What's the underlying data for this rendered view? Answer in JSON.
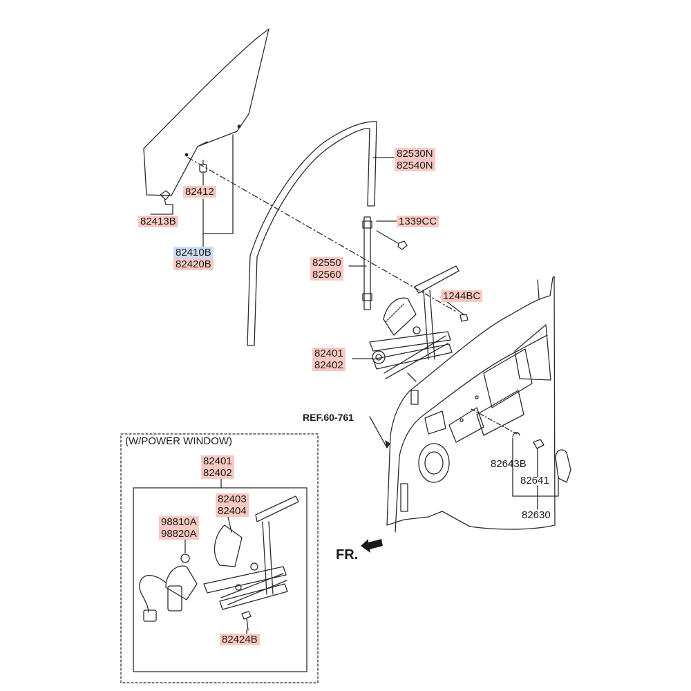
{
  "colors": {
    "line": "#2a2a2a",
    "highlight_red": "#f8c9c2",
    "highlight_blue": "#c9dcf2"
  },
  "option_box": {
    "title": "(W/POWER WINDOW)"
  },
  "reference": {
    "label": "REF.60-761"
  },
  "direction": {
    "label": "FR."
  },
  "labels": {
    "glass_clip": "82412",
    "glass_fastener": "82413B",
    "glass_lh": "82410B",
    "glass_rh": "82420B",
    "run_channel_lh": "82530N",
    "run_channel_rh": "82540N",
    "bolt_1339": "1339CC",
    "rear_channel_lh": "82550",
    "rear_channel_rh": "82560",
    "bolt_1244": "1244BC",
    "regulator_lh": "82401",
    "regulator_rh": "82402",
    "pw_regulator_lh": "82401",
    "pw_regulator_rh": "82402",
    "pw_module_lh": "82403",
    "pw_module_rh": "82404",
    "motor_lh": "98810A",
    "motor_rh": "98820A",
    "pw_bolt": "82424B",
    "handle_bezel": "82643B",
    "handle": "82641",
    "handle_assy": "82630"
  }
}
